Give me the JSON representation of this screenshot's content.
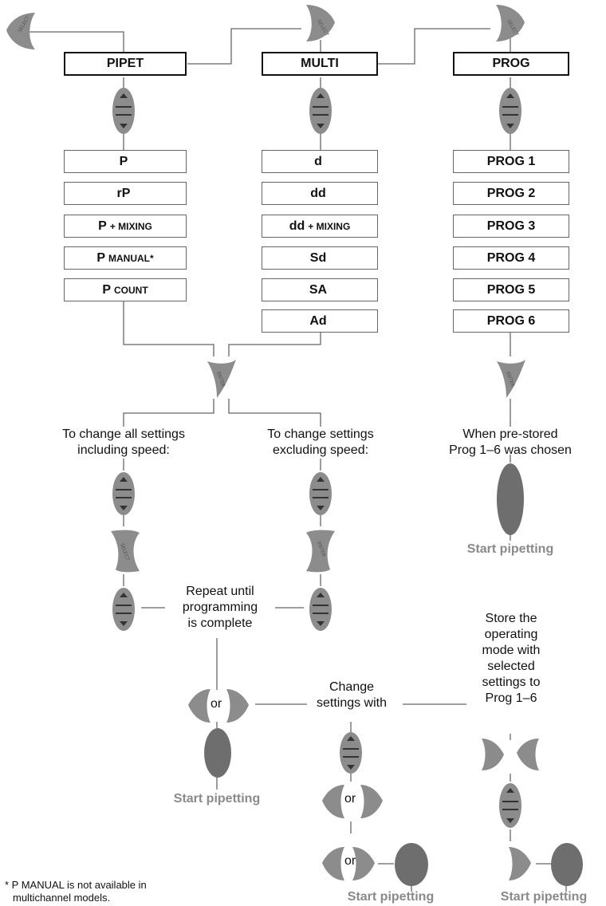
{
  "colors": {
    "icon_grey": "#8c8c8c",
    "icon_dark": "#6e6e6e",
    "start_text": "#8a8a8a",
    "line": "#666666"
  },
  "modes": {
    "pipet": "PIPET",
    "multi": "MULTI",
    "prog": "PROG"
  },
  "pipet_items": [
    {
      "main": "P",
      "small": ""
    },
    {
      "main": "rP",
      "small": ""
    },
    {
      "main": "P",
      "small": "+ MIXING"
    },
    {
      "main": "P",
      "small": "MANUAL*"
    },
    {
      "main": "P",
      "small": "COUNT"
    }
  ],
  "multi_items": [
    {
      "main": "d",
      "small": ""
    },
    {
      "main": "dd",
      "small": ""
    },
    {
      "main": "dd",
      "small": "+ MIXING"
    },
    {
      "main": "Sd",
      "small": ""
    },
    {
      "main": "SA",
      "small": ""
    },
    {
      "main": "Ad",
      "small": ""
    }
  ],
  "prog_items": [
    "PROG 1",
    "PROG 2",
    "PROG 3",
    "PROG 4",
    "PROG 5",
    "PROG 6"
  ],
  "labels": {
    "change_all": [
      "To change all settings",
      "including speed:"
    ],
    "change_excl": [
      "To change settings",
      "excluding speed:"
    ],
    "when_prestored": [
      "When pre-stored",
      "Prog 1–6 was chosen"
    ],
    "repeat": [
      "Repeat until",
      "programming",
      "is complete"
    ],
    "change_with": [
      "Change",
      "settings with"
    ],
    "store": [
      "Store the",
      "operating",
      "mode with",
      "selected",
      "settings to",
      "Prog 1–6"
    ],
    "or": "or",
    "start": "Start pipetting"
  },
  "icons": {
    "select_button": "select-key-icon",
    "enter_button": "enter-key-icon",
    "up_down_button": "up-down-arrow-key-icon",
    "operating_button": "operating-button-icon"
  },
  "footnote": [
    "* P MANUAL is not available in",
    "multichannel models."
  ]
}
